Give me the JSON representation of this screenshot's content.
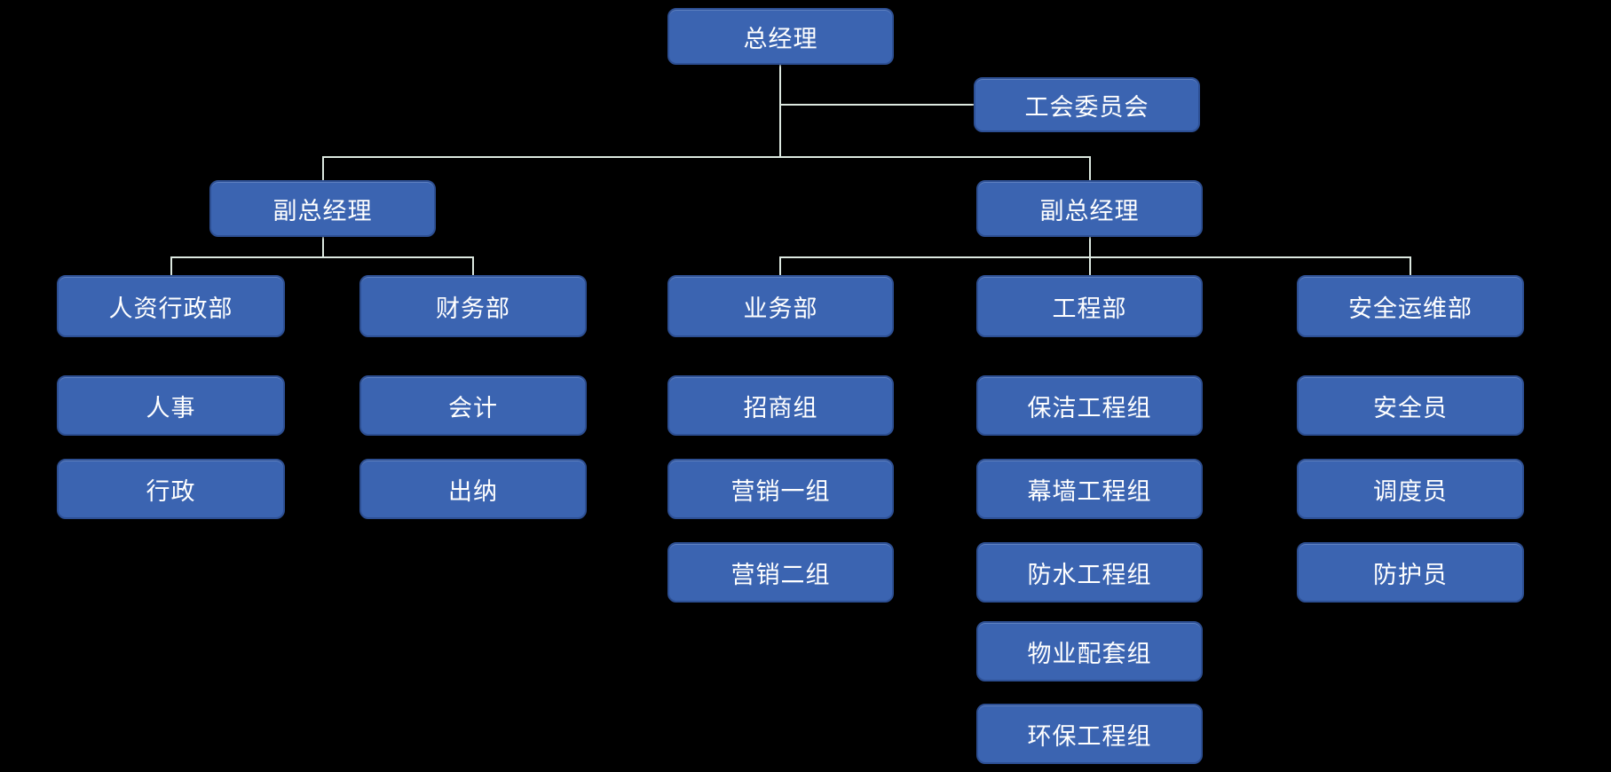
{
  "chart": {
    "title": "organization-chart",
    "colors": {
      "background": "#000000",
      "node_fill": "#3b64b1",
      "node_border": "#2d4f93",
      "node_text": "#ffffff",
      "connector": "#dce8e0"
    },
    "nodes": {
      "gm": {
        "label": "总经理"
      },
      "union": {
        "label": "工会委员会"
      },
      "vp_left": {
        "label": "副总经理"
      },
      "vp_right": {
        "label": "副总经理"
      },
      "hr_admin": {
        "label": "人资行政部"
      },
      "finance": {
        "label": "财务部"
      },
      "business": {
        "label": "业务部"
      },
      "engineering": {
        "label": "工程部"
      },
      "safety_ops": {
        "label": "安全运维部"
      },
      "hr_1": {
        "label": "人事"
      },
      "hr_2": {
        "label": "行政"
      },
      "fin_1": {
        "label": "会计"
      },
      "fin_2": {
        "label": "出纳"
      },
      "biz_1": {
        "label": "招商组"
      },
      "biz_2": {
        "label": "营销一组"
      },
      "biz_3": {
        "label": "营销二组"
      },
      "eng_1": {
        "label": "保洁工程组"
      },
      "eng_2": {
        "label": "幕墙工程组"
      },
      "eng_3": {
        "label": "防水工程组"
      },
      "eng_4": {
        "label": "物业配套组"
      },
      "eng_5": {
        "label": "环保工程组"
      },
      "safe_1": {
        "label": "安全员"
      },
      "safe_2": {
        "label": "调度员"
      },
      "safe_3": {
        "label": "防护员"
      }
    }
  }
}
